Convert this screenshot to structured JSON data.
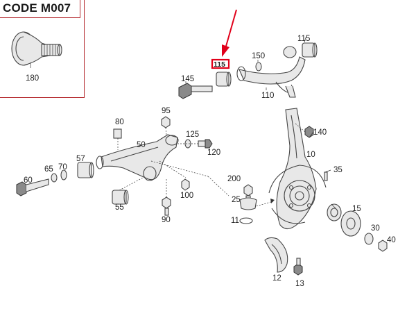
{
  "inset": {
    "code_label": "CODE M007",
    "part_180": "180"
  },
  "accent_color": "#e1001a",
  "labels": {
    "p115_top": "115",
    "p115_boxed": "115",
    "p150": "150",
    "p145": "145",
    "p110": "110",
    "p95": "95",
    "p80": "80",
    "p50": "50",
    "p125": "125",
    "p120": "120",
    "p140": "140",
    "p10": "10",
    "p57": "57",
    "p70": "70",
    "p65": "65",
    "p60": "60",
    "p100": "100",
    "p55": "55",
    "p90": "90",
    "p200": "200",
    "p35": "35",
    "p25": "25",
    "p15": "15",
    "p11": "11",
    "p30": "30",
    "p40": "40",
    "p12": "12",
    "p13": "13"
  }
}
